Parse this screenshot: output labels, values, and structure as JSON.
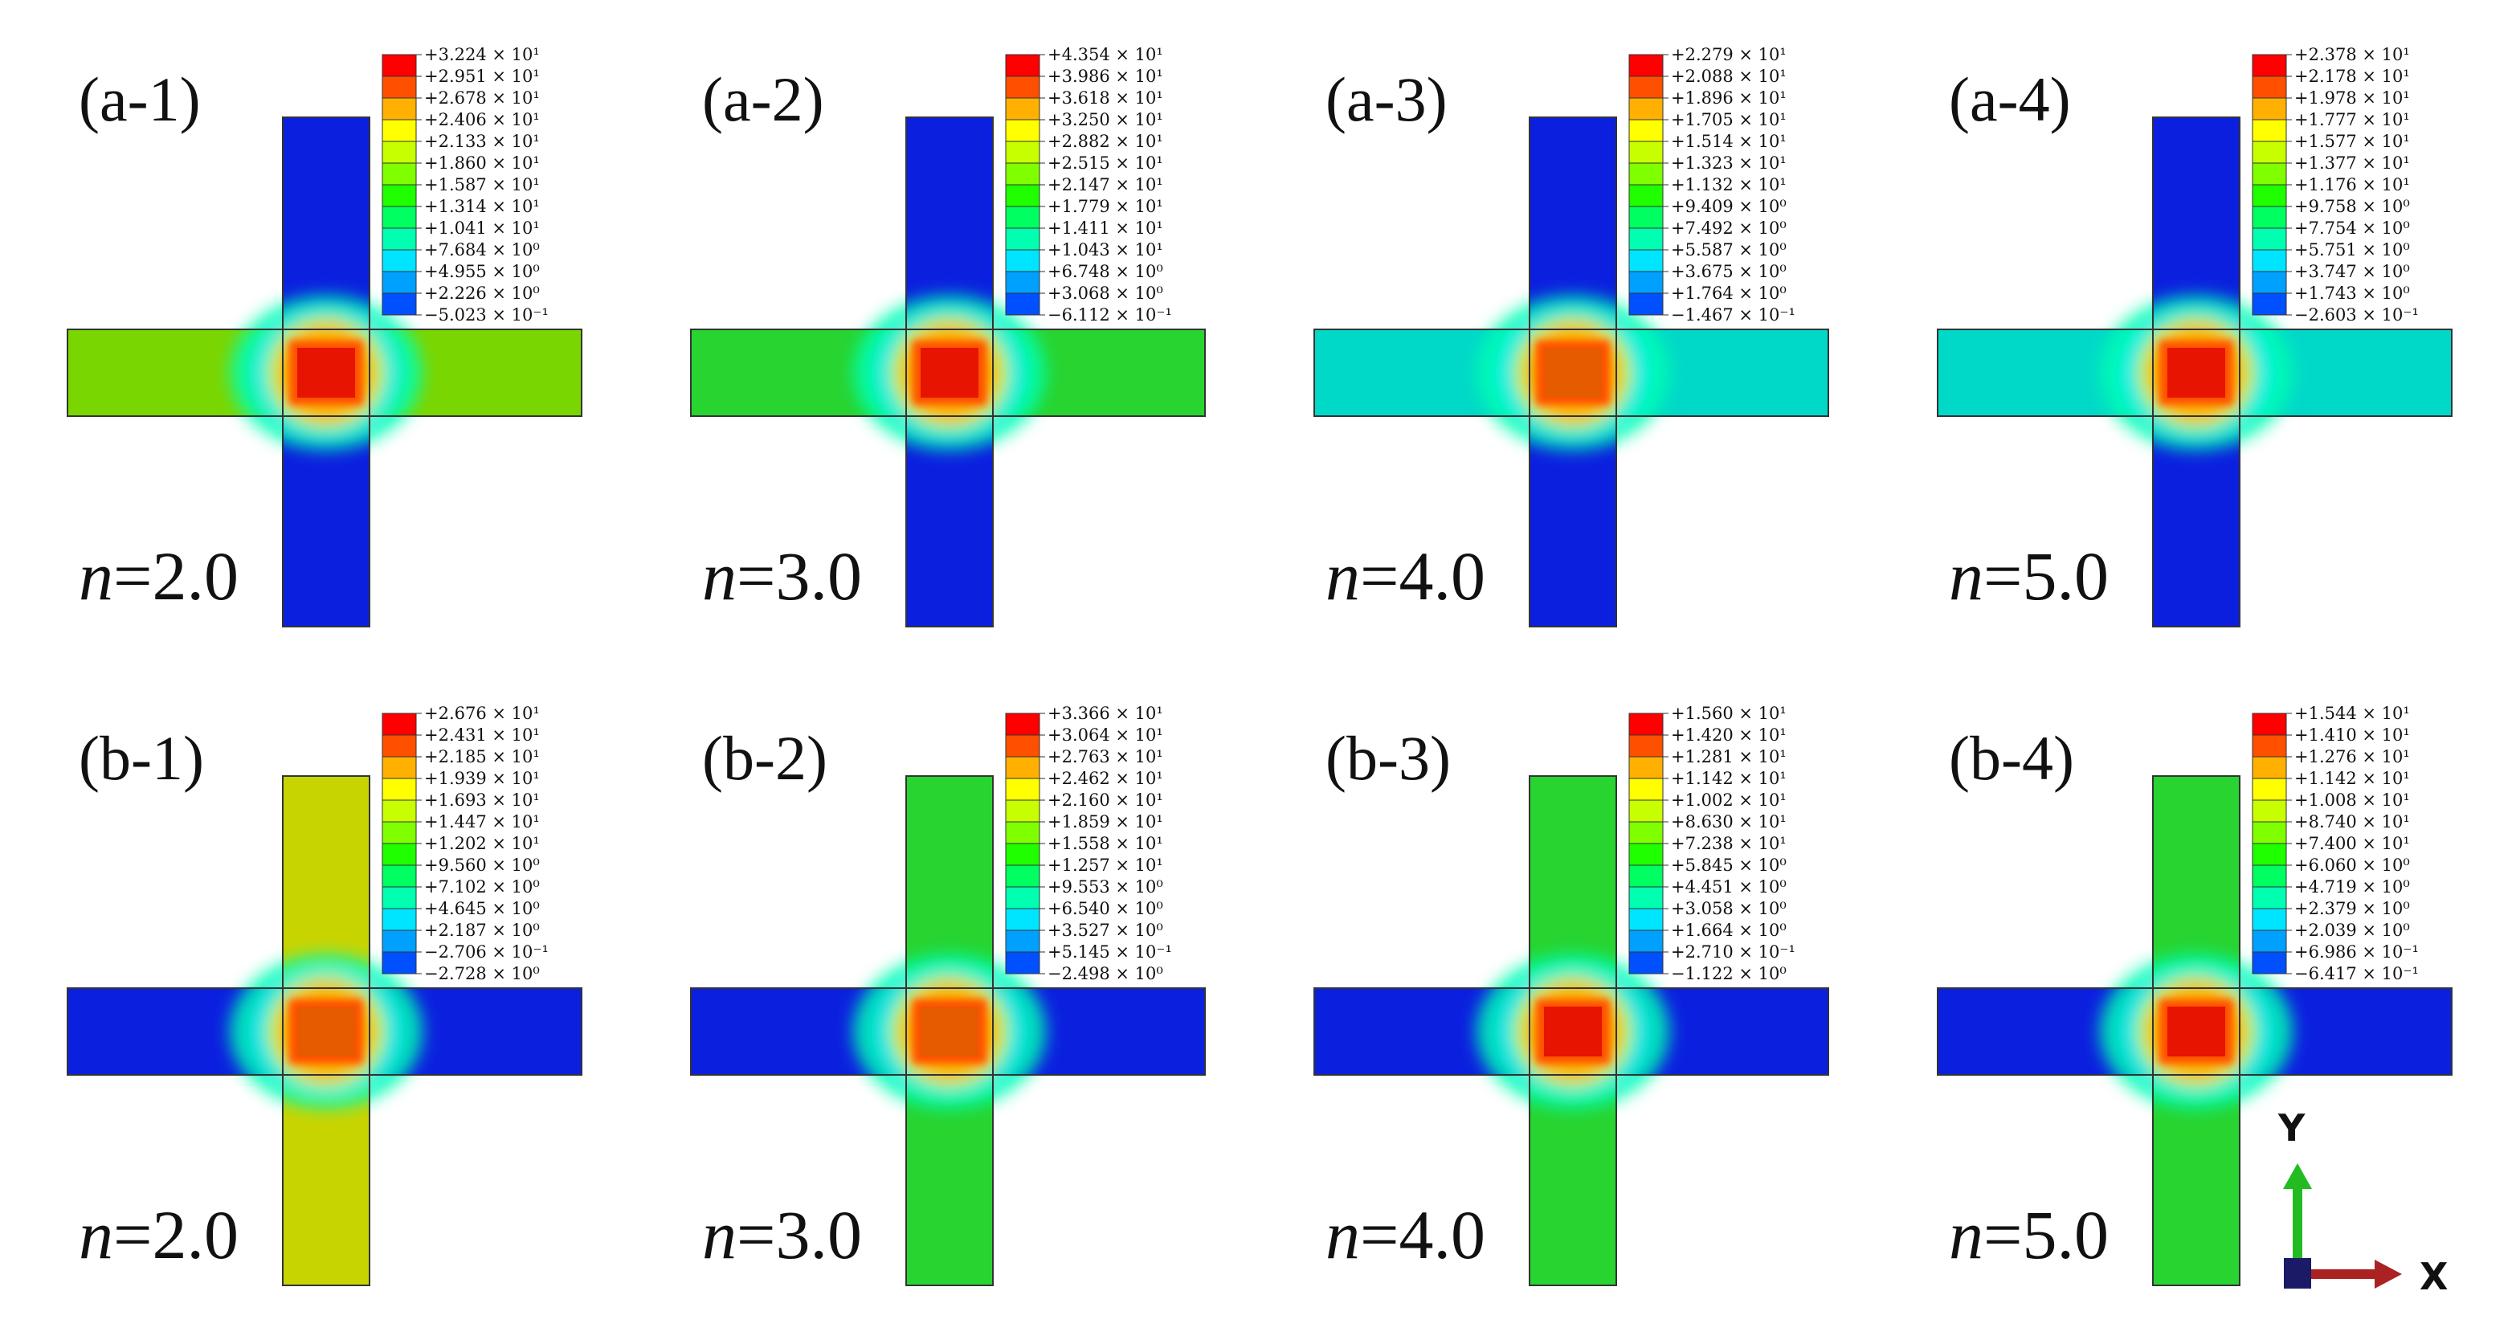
{
  "colors": {
    "scale": [
      "#0000ff",
      "#0050ff",
      "#00a0ff",
      "#00e5ff",
      "#00ffb0",
      "#00ff60",
      "#20ff00",
      "#80ff00",
      "#c8ff00",
      "#ffff00",
      "#ffb000",
      "#ff5000",
      "#ff0000"
    ],
    "fill_blue": "#0b1fdf",
    "fill_green_light": "#7ad600",
    "fill_green": "#27d430",
    "fill_cyan": "#00d8c8",
    "fill_yellow": "#c8d400",
    "core_red": "#e61400",
    "core_orange": "#e65a00",
    "y_arrow": "#22bb22",
    "x_arrow": "#aa2222"
  },
  "panels": [
    {
      "id": "a-1",
      "label": "(a-1)",
      "n": "2.0",
      "center": "core_red",
      "vertical_fill": "fill_blue",
      "horizontal_fill": "fill_green_light",
      "legend": [
        "+3.224 × 10¹",
        "+2.951 × 10¹",
        "+2.678 × 10¹",
        "+2.406 × 10¹",
        "+2.133 × 10¹",
        "+1.860 × 10¹",
        "+1.587 × 10¹",
        "+1.314 × 10¹",
        "+1.041 × 10¹",
        "+7.684 × 10⁰",
        "+4.955 × 10⁰",
        "+2.226 × 10⁰",
        "−5.023 × 10⁻¹"
      ]
    },
    {
      "id": "a-2",
      "label": "(a-2)",
      "n": "3.0",
      "center": "core_red",
      "vertical_fill": "fill_blue",
      "horizontal_fill": "fill_green",
      "legend": [
        "+4.354 × 10¹",
        "+3.986 × 10¹",
        "+3.618 × 10¹",
        "+3.250 × 10¹",
        "+2.882 × 10¹",
        "+2.515 × 10¹",
        "+2.147 × 10¹",
        "+1.779 × 10¹",
        "+1.411 × 10¹",
        "+1.043 × 10¹",
        "+6.748 × 10⁰",
        "+3.068 × 10⁰",
        "−6.112 × 10⁻¹"
      ]
    },
    {
      "id": "a-3",
      "label": "(a-3)",
      "n": "4.0",
      "center": "core_orange",
      "vertical_fill": "fill_blue",
      "horizontal_fill": "fill_cyan",
      "legend": [
        "+2.279 × 10¹",
        "+2.088 × 10¹",
        "+1.896 × 10¹",
        "+1.705 × 10¹",
        "+1.514 × 10¹",
        "+1.323 × 10¹",
        "+1.132 × 10¹",
        "+9.409 × 10⁰",
        "+7.492 × 10⁰",
        "+5.587 × 10⁰",
        "+3.675 × 10⁰",
        "+1.764 × 10⁰",
        "−1.467 × 10⁻¹"
      ]
    },
    {
      "id": "a-4",
      "label": "(a-4)",
      "n": "5.0",
      "center": "core_red",
      "vertical_fill": "fill_blue",
      "horizontal_fill": "fill_cyan",
      "legend": [
        "+2.378 × 10¹",
        "+2.178 × 10¹",
        "+1.978 × 10¹",
        "+1.777 × 10¹",
        "+1.577 × 10¹",
        "+1.377 × 10¹",
        "+1.176 × 10¹",
        "+9.758 × 10⁰",
        "+7.754 × 10⁰",
        "+5.751 × 10⁰",
        "+3.747 × 10⁰",
        "+1.743 × 10⁰",
        "−2.603 × 10⁻¹"
      ]
    },
    {
      "id": "b-1",
      "label": "(b-1)",
      "n": "2.0",
      "center": "core_orange",
      "vertical_fill": "fill_yellow",
      "horizontal_fill": "fill_blue",
      "legend": [
        "+2.676 × 10¹",
        "+2.431 × 10¹",
        "+2.185 × 10¹",
        "+1.939 × 10¹",
        "+1.693 × 10¹",
        "+1.447 × 10¹",
        "+1.202 × 10¹",
        "+9.560 × 10⁰",
        "+7.102 × 10⁰",
        "+4.645 × 10⁰",
        "+2.187 × 10⁰",
        "−2.706 × 10⁻¹",
        "−2.728 × 10⁰"
      ]
    },
    {
      "id": "b-2",
      "label": "(b-2)",
      "n": "3.0",
      "center": "core_orange",
      "vertical_fill": "fill_green",
      "horizontal_fill": "fill_blue",
      "legend": [
        "+3.366 × 10¹",
        "+3.064 × 10¹",
        "+2.763 × 10¹",
        "+2.462 × 10¹",
        "+2.160 × 10¹",
        "+1.859 × 10¹",
        "+1.558 × 10¹",
        "+1.257 × 10¹",
        "+9.553 × 10⁰",
        "+6.540 × 10⁰",
        "+3.527 × 10⁰",
        "+5.145 × 10⁻¹",
        "−2.498 × 10⁰"
      ]
    },
    {
      "id": "b-3",
      "label": "(b-3)",
      "n": "4.0",
      "center": "core_red",
      "vertical_fill": "fill_green",
      "horizontal_fill": "fill_blue",
      "legend": [
        "+1.560 × 10¹",
        "+1.420 × 10¹",
        "+1.281 × 10¹",
        "+1.142 × 10¹",
        "+1.002 × 10¹",
        "+8.630 × 10¹",
        "+7.238 × 10¹",
        "+5.845 × 10⁰",
        "+4.451 × 10⁰",
        "+3.058 × 10⁰",
        "+1.664 × 10⁰",
        "+2.710 × 10⁻¹",
        "−1.122 × 10⁰"
      ]
    },
    {
      "id": "b-4",
      "label": "(b-4)",
      "n": "5.0",
      "center": "core_red",
      "vertical_fill": "fill_green",
      "horizontal_fill": "fill_blue",
      "legend": [
        "+1.544 × 10¹",
        "+1.410 × 10¹",
        "+1.276 × 10¹",
        "+1.142 × 10¹",
        "+1.008 × 10¹",
        "+8.740 × 10¹",
        "+7.400 × 10¹",
        "+6.060 × 10⁰",
        "+4.719 × 10⁰",
        "+2.379 × 10⁰",
        "+2.039 × 10⁰",
        "+6.986 × 10⁻¹",
        "−6.417 × 10⁻¹"
      ]
    }
  ],
  "n_prefix": "n",
  "n_equals": "=",
  "axes": {
    "y_label": "Y",
    "x_label": "X"
  }
}
